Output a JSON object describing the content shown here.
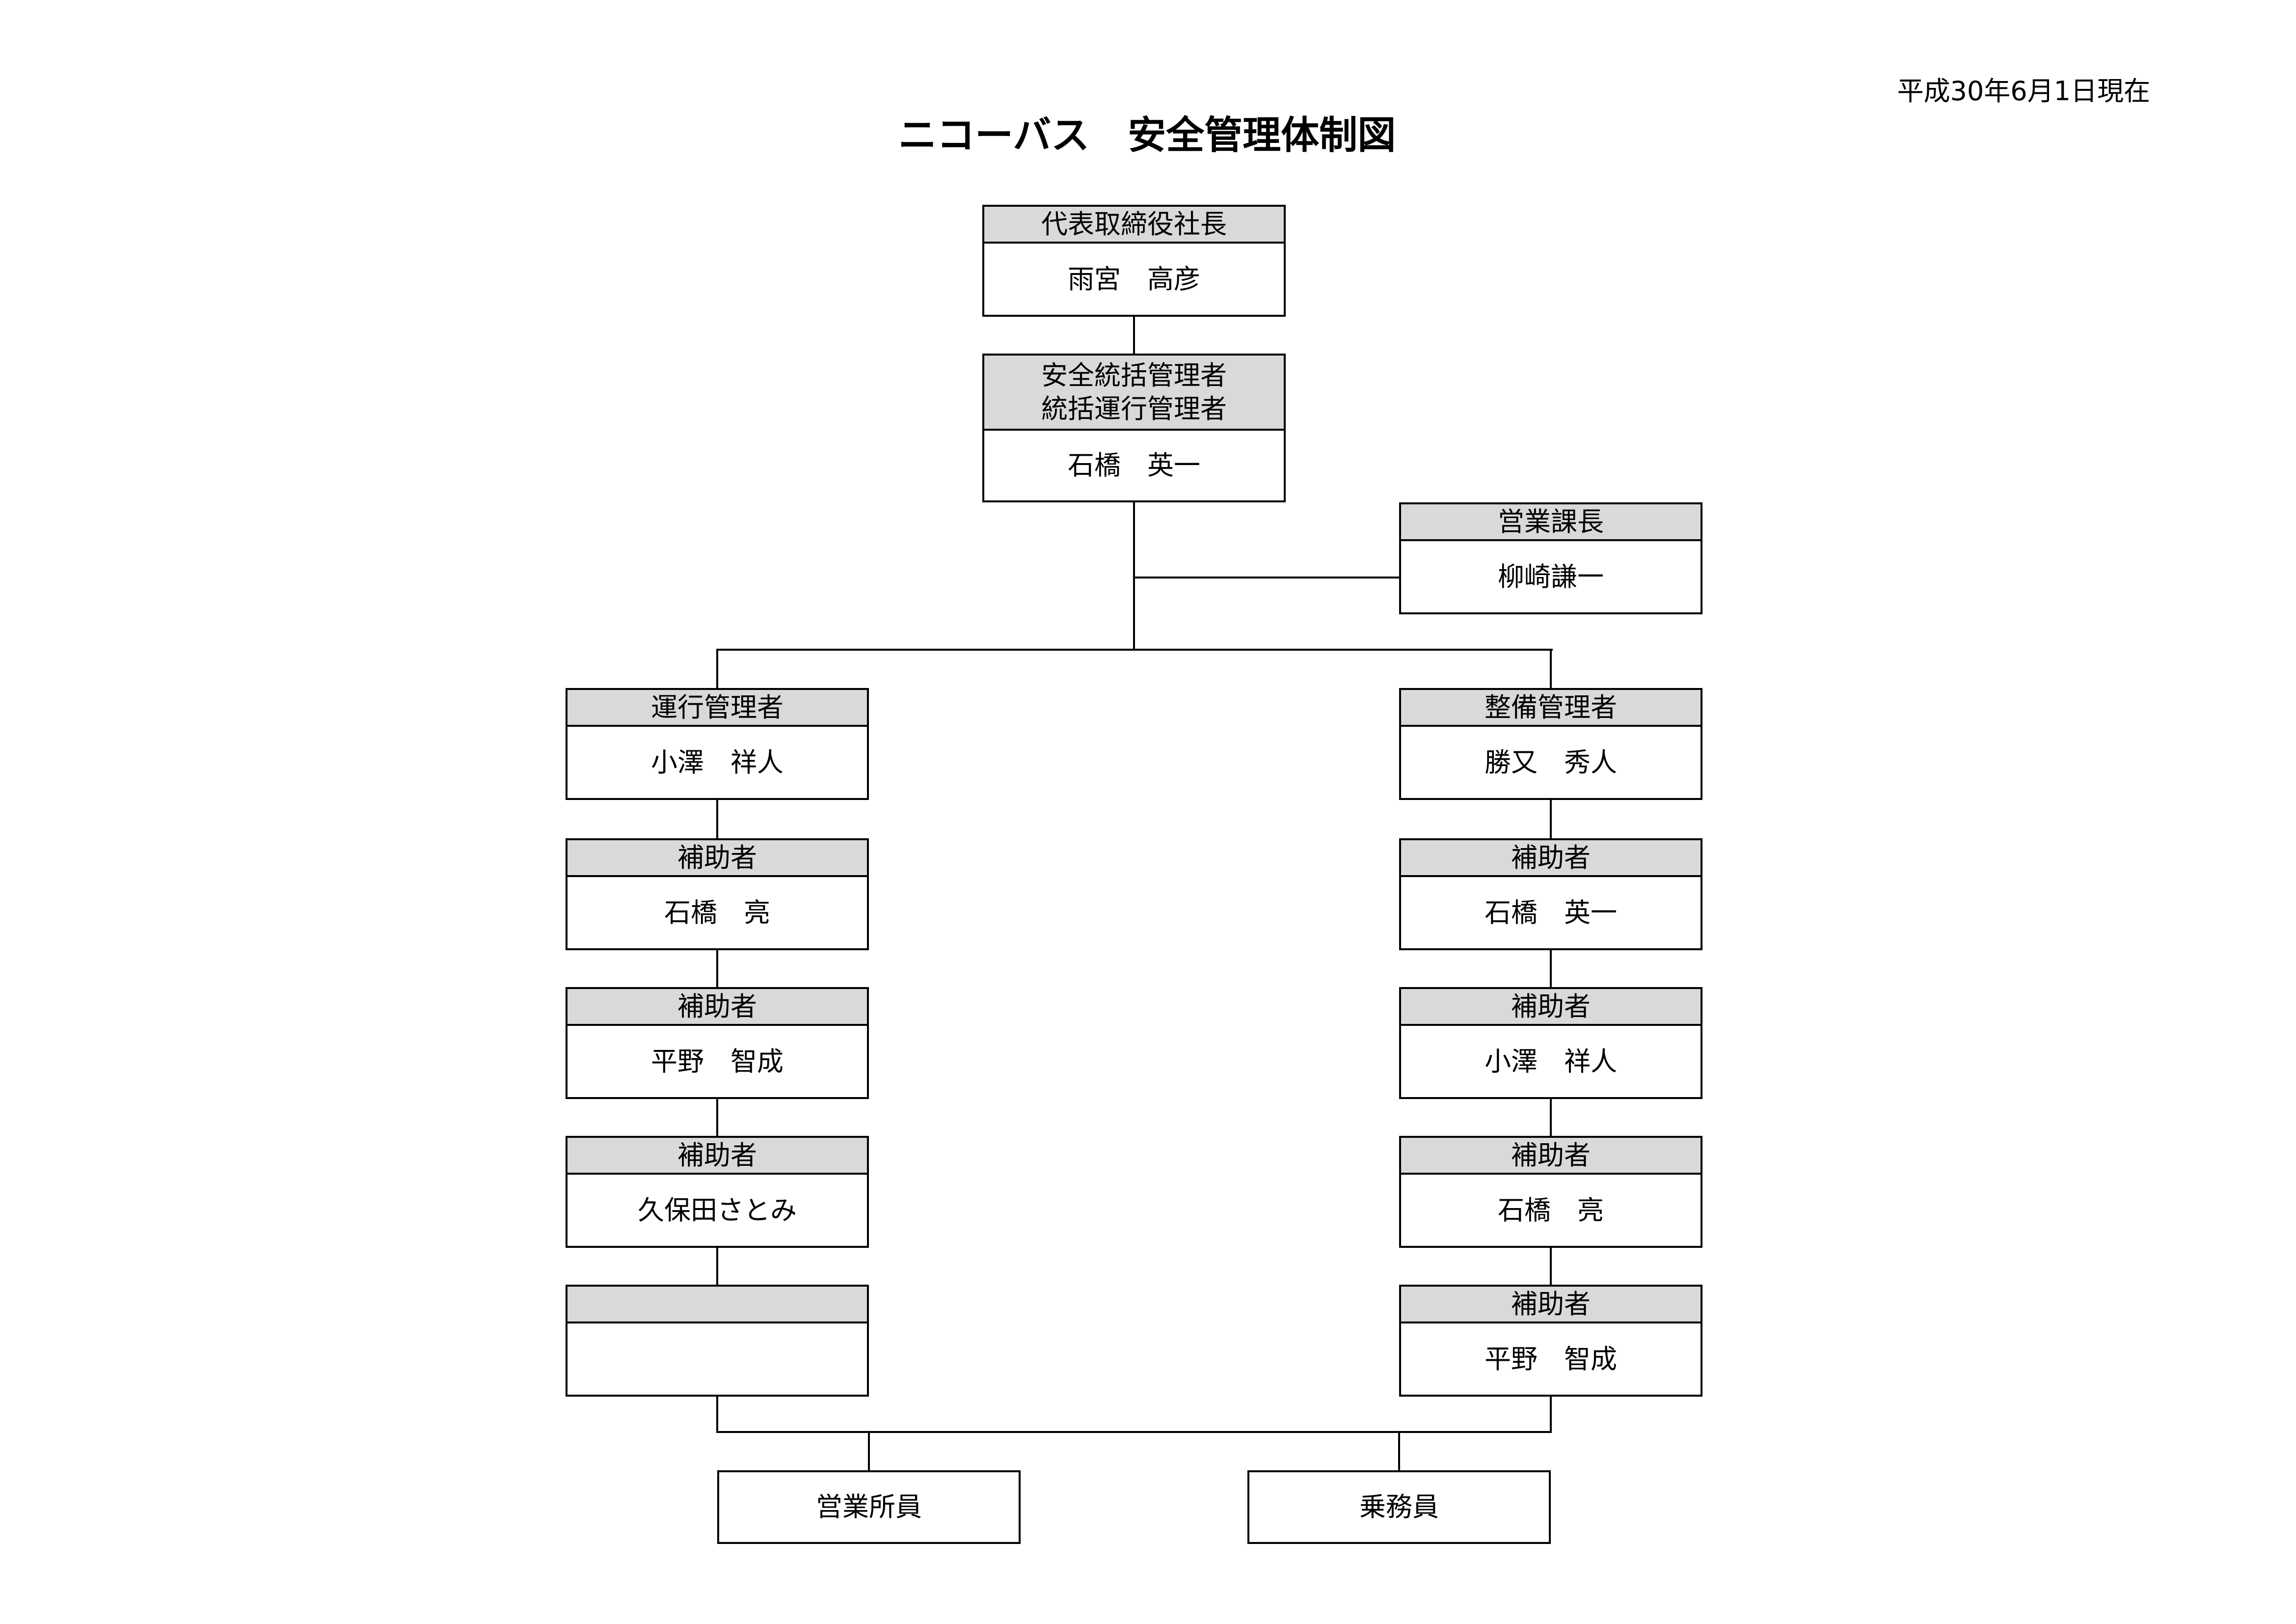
{
  "date": "平成30年6月1日現在",
  "title": "ニコーバス　安全管理体制図",
  "president": {
    "role": "代表取締役社長",
    "name": "雨宮　高彦"
  },
  "safety_manager": {
    "role_lines": [
      "安全統括管理者",
      "統括運行管理者"
    ],
    "name": "石橋　英一"
  },
  "sales_manager": {
    "role": "営業課長",
    "name": "柳崎謙一"
  },
  "operations_column": [
    {
      "role": "運行管理者",
      "name": "小澤　祥人"
    },
    {
      "role": "補助者",
      "name": "石橋　亮"
    },
    {
      "role": "補助者",
      "name": "平野　智成"
    },
    {
      "role": "補助者",
      "name": "久保田さとみ"
    }
  ],
  "maintenance_column": [
    {
      "role": "整備管理者",
      "name": "勝又　秀人"
    },
    {
      "role": "補助者",
      "name": "石橋　英一"
    },
    {
      "role": "補助者",
      "name": "小澤　祥人"
    },
    {
      "role": "補助者",
      "name": "石橋　亮"
    },
    {
      "role": "補助者",
      "name": "平野　智成"
    }
  ],
  "staff": [
    {
      "label": "営業所員"
    },
    {
      "label": "乗務員"
    }
  ],
  "colors": {
    "header_fill": "#d9d9d9",
    "line": "#000000"
  }
}
